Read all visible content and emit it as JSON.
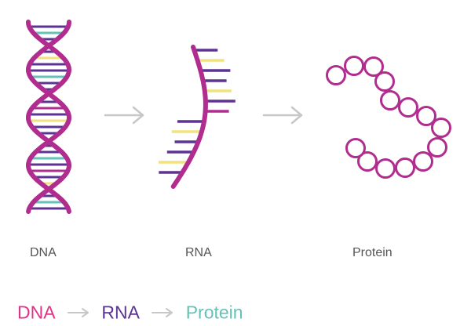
{
  "labels": {
    "dna": "DNA",
    "rna": "RNA",
    "protein": "Protein"
  },
  "legend": {
    "dna": "DNA",
    "rna": "RNA",
    "protein": "Protein"
  },
  "colors": {
    "magenta": "#b02d8f",
    "purple": "#5d3494",
    "yellow": "#f1e27d",
    "teal": "#66c2b8",
    "arrow_gray": "#c7c7c7",
    "label_gray": "#555555",
    "legend_pink": "#e23287"
  },
  "icons": {
    "step_arrow": "right-arrow-icon"
  }
}
